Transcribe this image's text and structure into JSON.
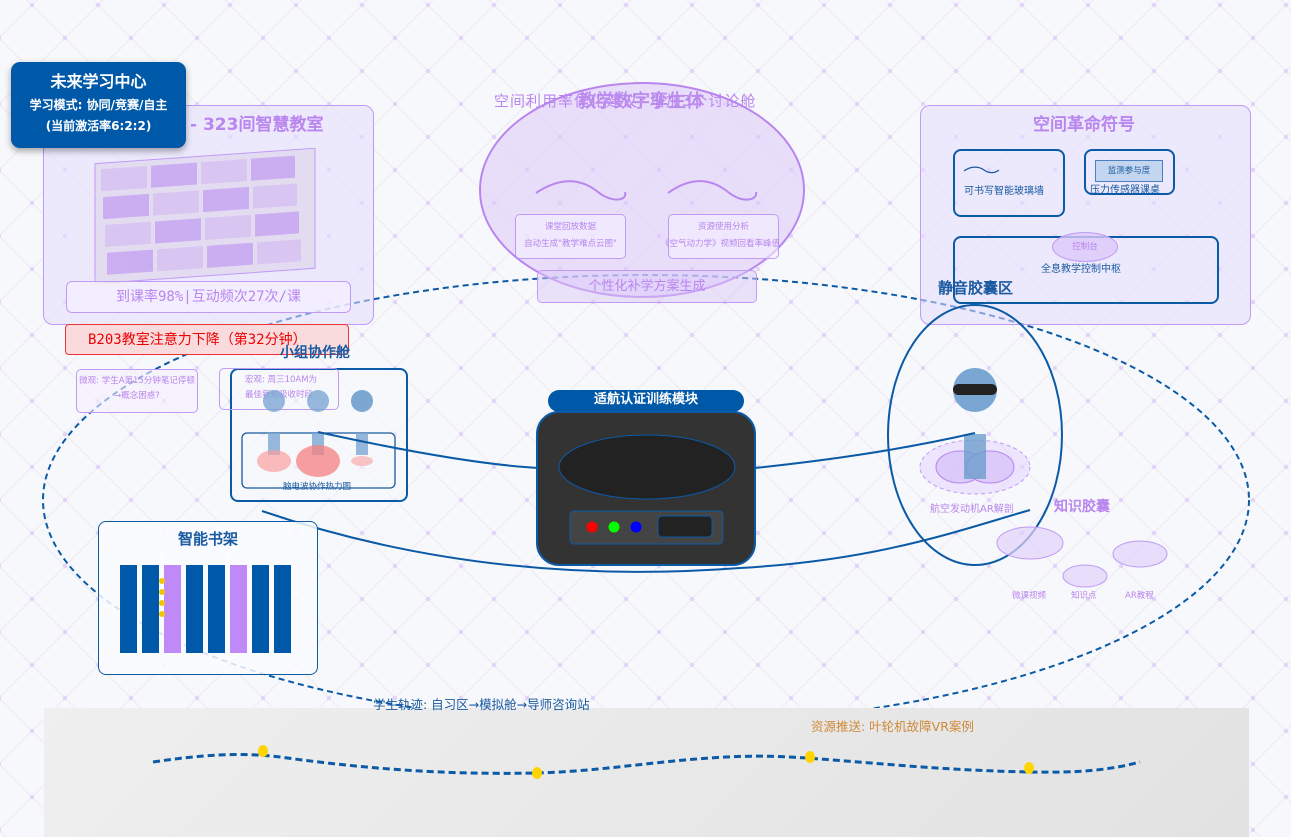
{
  "hub": {
    "title": "未来学习中心",
    "modes": "学习模式: 协同/竞赛/自主",
    "activation": "(当前激活率6:2:2)"
  },
  "classroom_card": {
    "title": "- 323间智慧教室",
    "stats": "到课率98%|互动频次27次/课",
    "alert": "B203教室注意力下降（第32分钟）",
    "notes": [
      {
        "line1": "微观: 学生A第15分钟笔记停顿",
        "line2": "→概念困惑?"
      },
      {
        "line1": "宏观: 周三10AM为",
        "line2": "最佳新知吸收时段"
      }
    ]
  },
  "twin": {
    "title": "教学数字孪生体",
    "overlay_text": "空间利用率优化建议: 增加3个讨论舱",
    "box_left": {
      "line1": "课堂回放数据",
      "line2": "自动生成\"教学难点云图\""
    },
    "box_right": {
      "line1": "资源使用分析",
      "line2": "《空气动力学》视频回看率峰值"
    },
    "bottom": "个性化补学方案生成"
  },
  "space_card": {
    "title": "空间革命符号",
    "glass_wall": "可书写智能玻璃墙",
    "pressure_desk": "压力传感器课桌",
    "monitor_badge": "监测参与度",
    "control_hub": "全息教学控制中枢",
    "console_badge": "控制台"
  },
  "quiet_zone": {
    "title": "静音胶囊区",
    "ar_label": "航空发动机AR解剖"
  },
  "knowledge_capsule": {
    "title": "知识胶囊",
    "items": [
      "微课视频",
      "知识点",
      "AR教程"
    ]
  },
  "group_pod": {
    "title": "小组协作舱",
    "heatmap_label": "脑电波协作热力图"
  },
  "simulator": {
    "title": "适航认证训练模块",
    "lights": [
      "#ff0000",
      "#00ff00",
      "#0000ff"
    ]
  },
  "bookshelf": {
    "title": "智能书架"
  },
  "trajectory": {
    "student_path": "学生轨迹: 自习区→模拟舱→导师咨询站",
    "resource_push": "资源推送: 叶轮机故障VR案例"
  },
  "colors": {
    "primary_blue": "#0058a8",
    "purple": "#b985ee",
    "alert_red": "#e00000",
    "marker_yellow": "#ffd400",
    "push_orange": "#d08a3a"
  }
}
